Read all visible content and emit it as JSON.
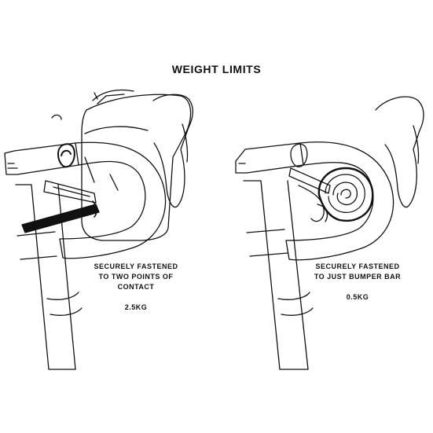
{
  "title": "WEIGHT LIMITS",
  "left": {
    "caption_lines": [
      "SECURELY FASTENED",
      "TO TWO POINTS OF",
      "CONTACT"
    ],
    "weight": "2.5KG"
  },
  "right": {
    "caption_lines": [
      "SECURELY FASTENED",
      "TO JUST BUMPER BAR"
    ],
    "weight": "0.5KG"
  },
  "icons": [
    "handlebar-bag-illustration",
    "bumper-bar-tag-illustration"
  ],
  "colors": {
    "line": "#111111",
    "background": "#ffffff"
  }
}
